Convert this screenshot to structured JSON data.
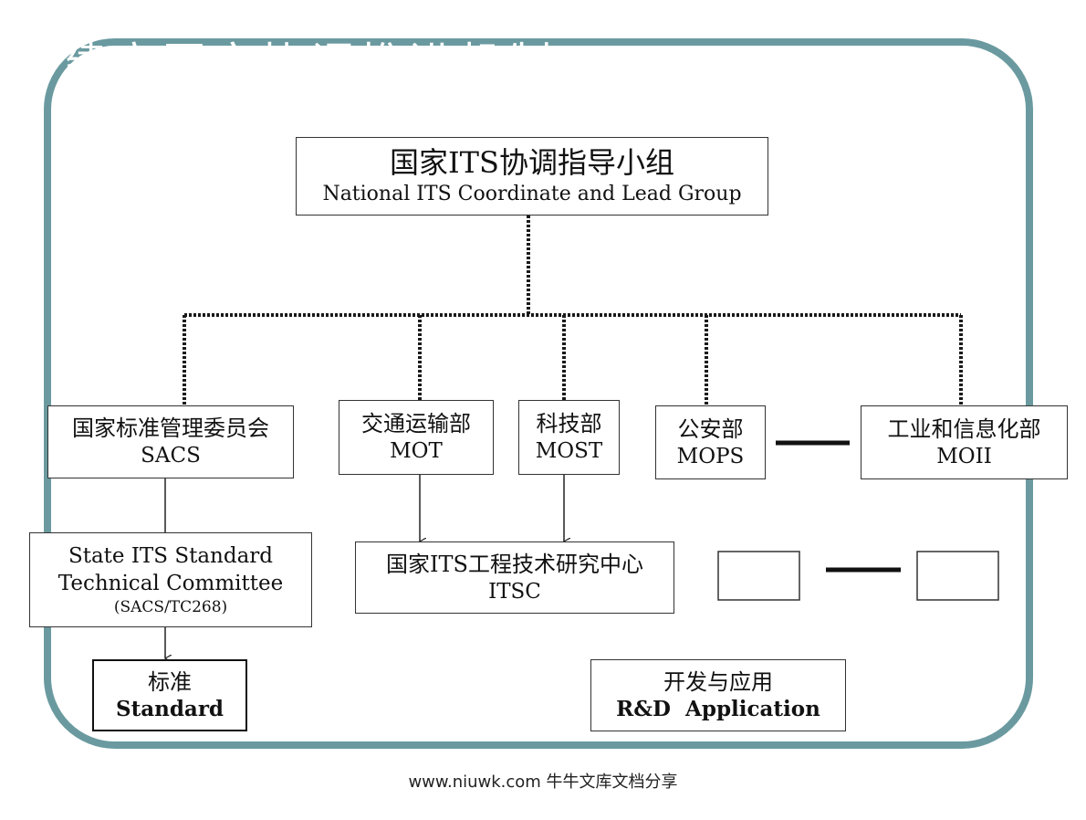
{
  "slide_title": "建立国家协调推进机制",
  "top_group": {
    "zh": "国家ITS协调指导小组",
    "en": "National ITS Coordinate and Lead Group"
  },
  "departments": {
    "sacs": {
      "zh": "国家标准管理委员会",
      "en": "SACS"
    },
    "mot": {
      "zh": "交通运输部",
      "en": "MOT"
    },
    "most": {
      "zh": "科技部",
      "en": "MOST"
    },
    "mops": {
      "zh": "公安部",
      "en": "MOPS"
    },
    "moii": {
      "zh": "工业和信息化部",
      "en": "MOII"
    }
  },
  "tc268": {
    "line1": "State ITS Standard",
    "line2": "Technical Committee",
    "code": "(SACS/TC268)"
  },
  "itsc": {
    "zh": "国家ITS工程技术研究中心",
    "en": "ITSC"
  },
  "standard": {
    "zh": "标准",
    "en": "Standard"
  },
  "rnd": {
    "zh": "开发与应用",
    "en": "R&D  Application"
  },
  "footer": "www.niuwk.com 牛牛文库文档分享"
}
